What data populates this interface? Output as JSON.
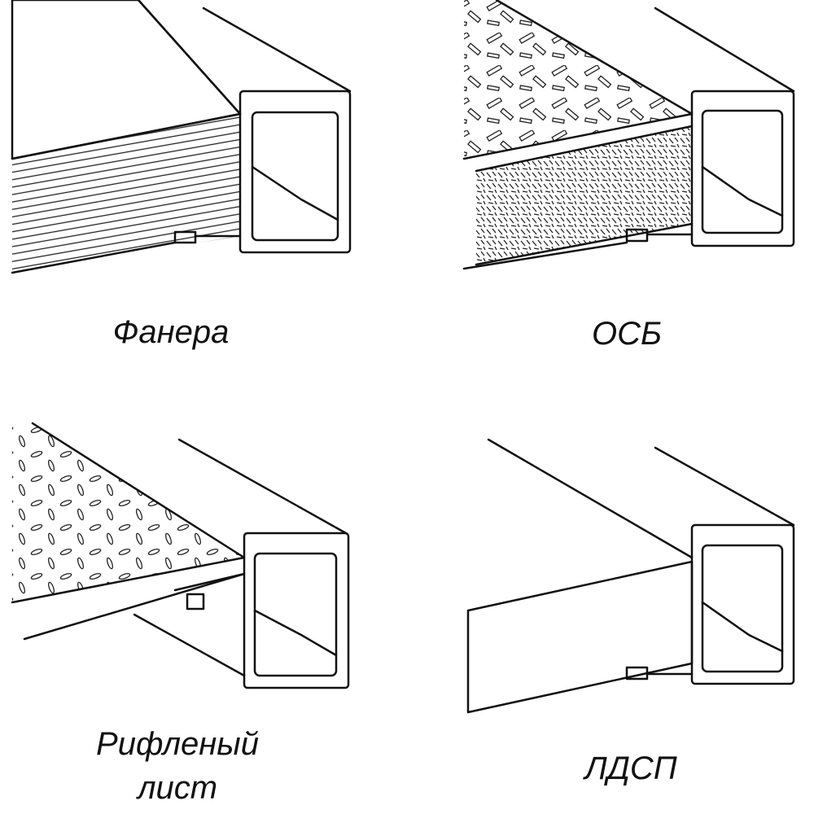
{
  "panels": [
    {
      "label": "Фанера",
      "material": "plywood"
    },
    {
      "label": "ОСБ",
      "material": "osb"
    },
    {
      "label_line1": "Рифленый",
      "label_line2": "лист",
      "material": "checker-plate"
    },
    {
      "label": "ЛДСП",
      "material": "chipboard"
    }
  ],
  "colors": {
    "stroke": "#111111",
    "background": "#ffffff"
  }
}
